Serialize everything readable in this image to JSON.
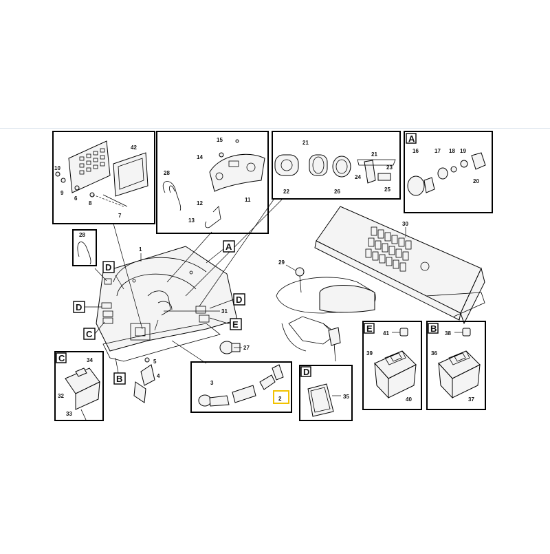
{
  "callouts": {
    "n42": "42",
    "n10": "10",
    "n9": "9",
    "n6": "6",
    "n8": "8",
    "n7": "7",
    "n15": "15",
    "n14": "14",
    "n28a": "28",
    "n12": "12",
    "n13": "13",
    "n11": "11",
    "n21a": "21",
    "n22": "22",
    "n26": "26",
    "n21b": "21",
    "n23": "23",
    "n24": "24",
    "n25": "25",
    "n16": "16",
    "n17": "17",
    "n18": "18",
    "n19": "19",
    "n20": "20",
    "n28b": "28",
    "n1": "1",
    "n31": "31",
    "n27": "27",
    "n5": "5",
    "n4": "4",
    "n30": "30",
    "n29": "29",
    "n34": "34",
    "n32": "32",
    "n33": "33",
    "n3": "3",
    "n2": "2",
    "n35": "35",
    "n41": "41",
    "n39": "39",
    "n40": "40",
    "n38": "38",
    "n36": "36",
    "n37": "37"
  },
  "letters": {
    "A_ptr": "A",
    "D_1": "D",
    "D_2": "D",
    "C_ptr": "C",
    "B_ptr": "B",
    "D_ptr": "D",
    "E_ptr": "E",
    "A_box": "A",
    "C_box": "C",
    "D_box": "D",
    "E_box": "E",
    "B_box": "B"
  },
  "highlight_color": "#f2c200"
}
